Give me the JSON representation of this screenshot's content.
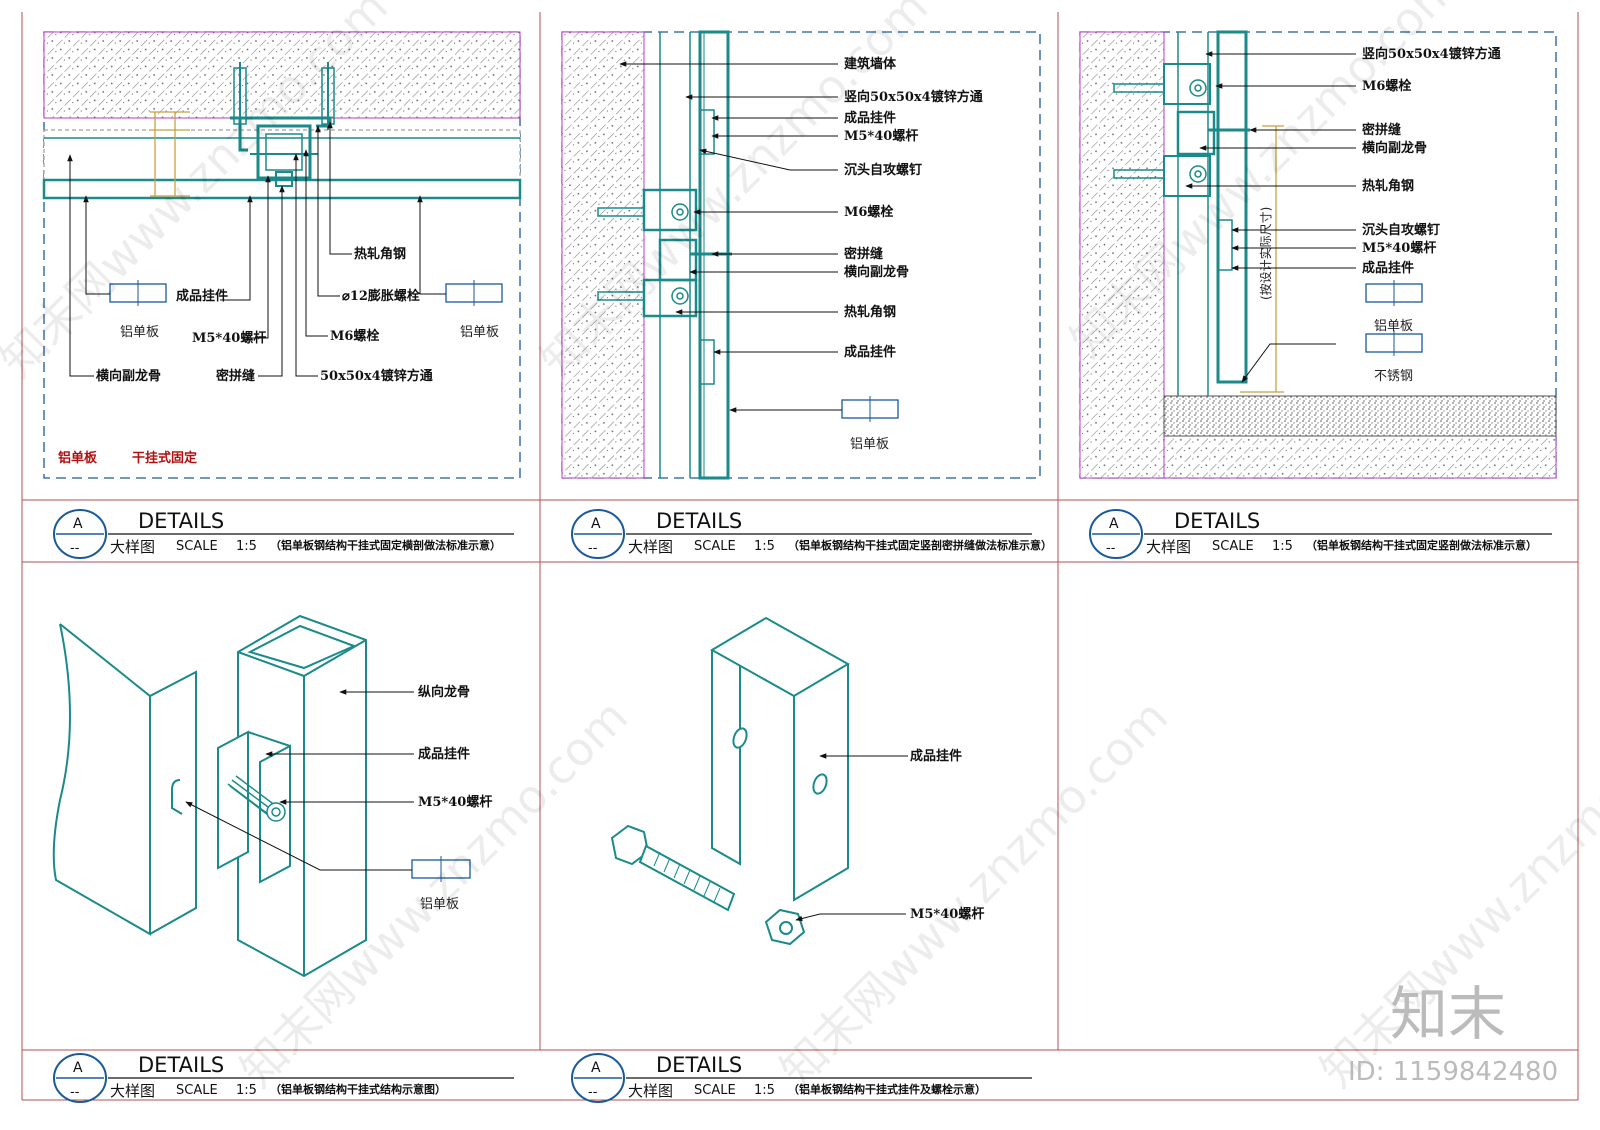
{
  "panels": {
    "p1": {
      "title": "DETAILS",
      "sub": "大样图",
      "scale_label": "SCALE",
      "scale_value": "1:5",
      "desc": "（铝单板钢结构干挂式固定横剖做法标准示意）",
      "labels": {
        "hot_angle": "热轧角钢",
        "anchor": "⌀12膨胀螺栓",
        "hanger": "成品挂件",
        "al_left": "铝单板",
        "al_right": "铝单板",
        "bolt_m5": "M5*40螺杆",
        "bolt_m6": "M6螺栓",
        "purlin": "横向副龙骨",
        "seal": "密拼缝",
        "tube": "50x50x4镀锌方通",
        "red1": "铝单板",
        "red2": "干挂式固定"
      }
    },
    "p2": {
      "title": "DETAILS",
      "sub": "大样图",
      "scale_label": "SCALE",
      "scale_value": "1:5",
      "desc": "（铝单板钢结构干挂式固定竖剖密拼缝做法标准示意）",
      "labels": {
        "wall": "建筑墙体",
        "tube": "竖向50x50x4镀锌方通",
        "hanger": "成品挂件",
        "bolt_m5": "M5*40螺杆",
        "screw": "沉头自攻螺钉",
        "bolt_m6": "M6螺栓",
        "seal": "密拼缝",
        "purlin": "横向副龙骨",
        "hot_angle": "热轧角钢",
        "hanger2": "成品挂件",
        "al": "铝单板"
      }
    },
    "p3": {
      "title": "DETAILS",
      "sub": "大样图",
      "scale_label": "SCALE",
      "scale_value": "1:5",
      "desc": "（铝单板钢结构干挂式固定竖剖做法标准示意）",
      "labels": {
        "tube": "竖向50x50x4镀锌方通",
        "bolt_m6": "M6螺栓",
        "seal": "密拼缝",
        "purlin": "横向副龙骨",
        "hot_angle": "热轧角钢",
        "screw": "沉头自攻螺钉",
        "bolt_m5": "M5*40螺杆",
        "hanger": "成品挂件",
        "al": "铝单板",
        "ss": "不锈钢",
        "dim": "(按设计实际尺寸)"
      }
    },
    "p4": {
      "title": "DETAILS",
      "sub": "大样图",
      "scale_label": "SCALE",
      "scale_value": "1:5",
      "desc": "（铝单板钢结构干挂式结构示意图）",
      "labels": {
        "keel": "纵向龙骨",
        "hanger": "成品挂件",
        "bolt_m5": "M5*40螺杆",
        "al": "铝单板"
      }
    },
    "p5": {
      "title": "DETAILS",
      "sub": "大样图",
      "scale_label": "SCALE",
      "scale_value": "1:5",
      "desc": "（铝单板钢结构干挂式挂件及螺栓示意）",
      "labels": {
        "hanger": "成品挂件",
        "bolt_m5": "M5*40螺杆"
      }
    }
  },
  "badge_letter": "A",
  "badge_dash": "--",
  "watermark": "知末网www.znzmo.com",
  "brand": "知末",
  "id_text": "ID: 1159842480",
  "colors": {
    "line": "#1a8a8a",
    "frame": "#b05050",
    "hatch": "#7a7a7a",
    "magenta": "#b040c0",
    "tan": "#c8a040"
  }
}
